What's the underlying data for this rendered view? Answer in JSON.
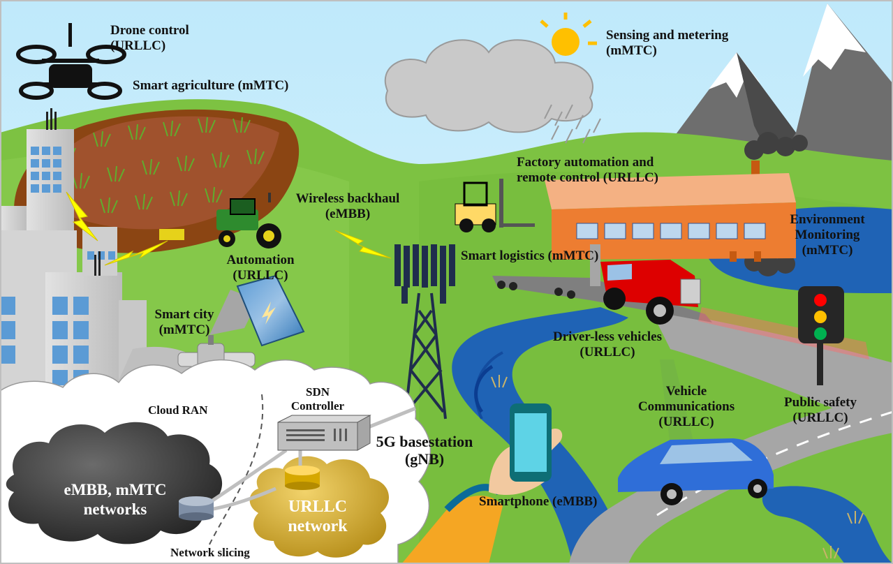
{
  "labels": {
    "drone": [
      "Drone control",
      "(URLLC)"
    ],
    "sensing": [
      "Sensing and metering",
      "(mMTC)"
    ],
    "agriculture": "Smart agriculture (mMTC)",
    "factory": [
      "Factory automation and",
      "remote control (URLLC)"
    ],
    "backhaul": [
      "Wireless backhaul",
      "(eMBB)"
    ],
    "environment": [
      "Environment",
      "Monitoring",
      "(mMTC)"
    ],
    "logistics": "Smart logistics (mMTC)",
    "automation": [
      "Automation",
      "(URLLC)"
    ],
    "smart_city": [
      "Smart city",
      "(mMTC)"
    ],
    "driverless": [
      "Driver-less vehicles",
      "(URLLC)"
    ],
    "vehicle_comm": [
      "Vehicle",
      "Communications",
      "(URLLC)"
    ],
    "public_safety": [
      "Public safety",
      "(URLLC)"
    ],
    "cloud_ran": "Cloud RAN",
    "sdn": [
      "SDN",
      "Controller"
    ],
    "basestation": [
      "5G basestation",
      "(gNB)"
    ],
    "embb_networks": [
      "eMBB, mMTC",
      "networks"
    ],
    "urllc_network": [
      "URLLC",
      "network"
    ],
    "network_slicing": "Network slicing",
    "smartphone": "Smartphone (eMBB)"
  },
  "colors": {
    "sky": "#c6ecfa",
    "grass": "#7dc242",
    "grass_dark": "#5fae2e",
    "river": "#1f63b5",
    "factory": "#ed7d31",
    "road": "#a6a6a6",
    "lightning": "#ffff00",
    "dark_cloud": "#404040",
    "gold_cloud": "#c9a227"
  }
}
